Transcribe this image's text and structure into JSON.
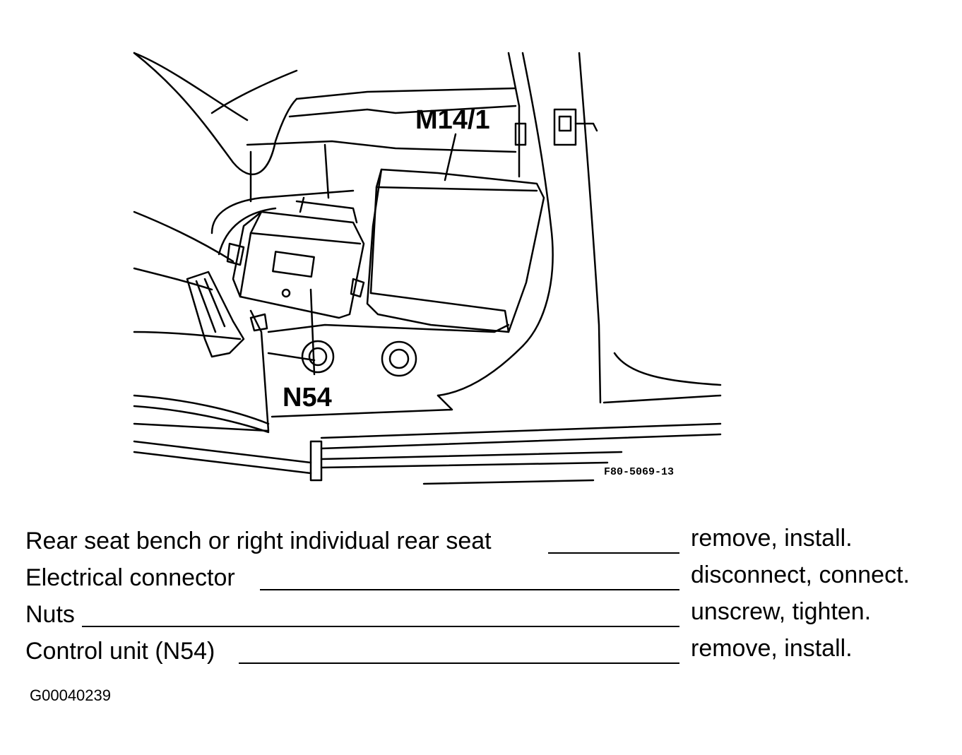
{
  "diagram": {
    "callouts": [
      "M14/1",
      "N54"
    ],
    "figure_code": "F80-5069-13"
  },
  "steps": [
    {
      "part": "Rear seat bench or right individual rear seat",
      "action": "remove, install."
    },
    {
      "part": "Electrical connector",
      "action": "disconnect, connect."
    },
    {
      "part": "Nuts",
      "action": "unscrew, tighten."
    },
    {
      "part": "Control unit (N54)",
      "action": "remove, install."
    }
  ],
  "graphic_id": "G00040239"
}
